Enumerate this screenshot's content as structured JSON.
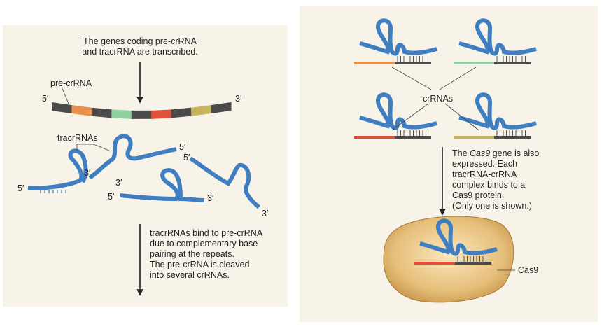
{
  "left": {
    "caption_top": "The genes coding pre-crRNA\nand tracrRNA are transcribed.",
    "pre_crrna_label": "pre-crRNA",
    "tracrrnas_label": "tracrRNAs",
    "caption_bottom": "tracrRNAs bind to pre-crRNA\ndue to complementary base\npairing at the repeats.\nThe pre-crRNA is cleaved\ninto several crRNAs.",
    "end_labels": {
      "five_prime": "5′",
      "three_prime": "3′"
    }
  },
  "right": {
    "crrnas_label": "crRNAs",
    "caption_pre": "The ",
    "caption_gene": "Cas9",
    "caption_post": " gene is also\nexpressed. Each\ntracrRNA-crRNA\ncomplex binds to a\nCas9 protein.\n(Only one is shown.)",
    "cas9_label": "Cas9"
  },
  "colors": {
    "panel_bg": "#f7f3e8",
    "rna_blue": "#3f7fc1",
    "repeat_gray": "#4a4a4a",
    "spacer_orange": "#e8904a",
    "spacer_green": "#8fd0a0",
    "spacer_red": "#e0513a",
    "spacer_olive": "#c8b45a",
    "cas9_fill": "#e0b870"
  }
}
